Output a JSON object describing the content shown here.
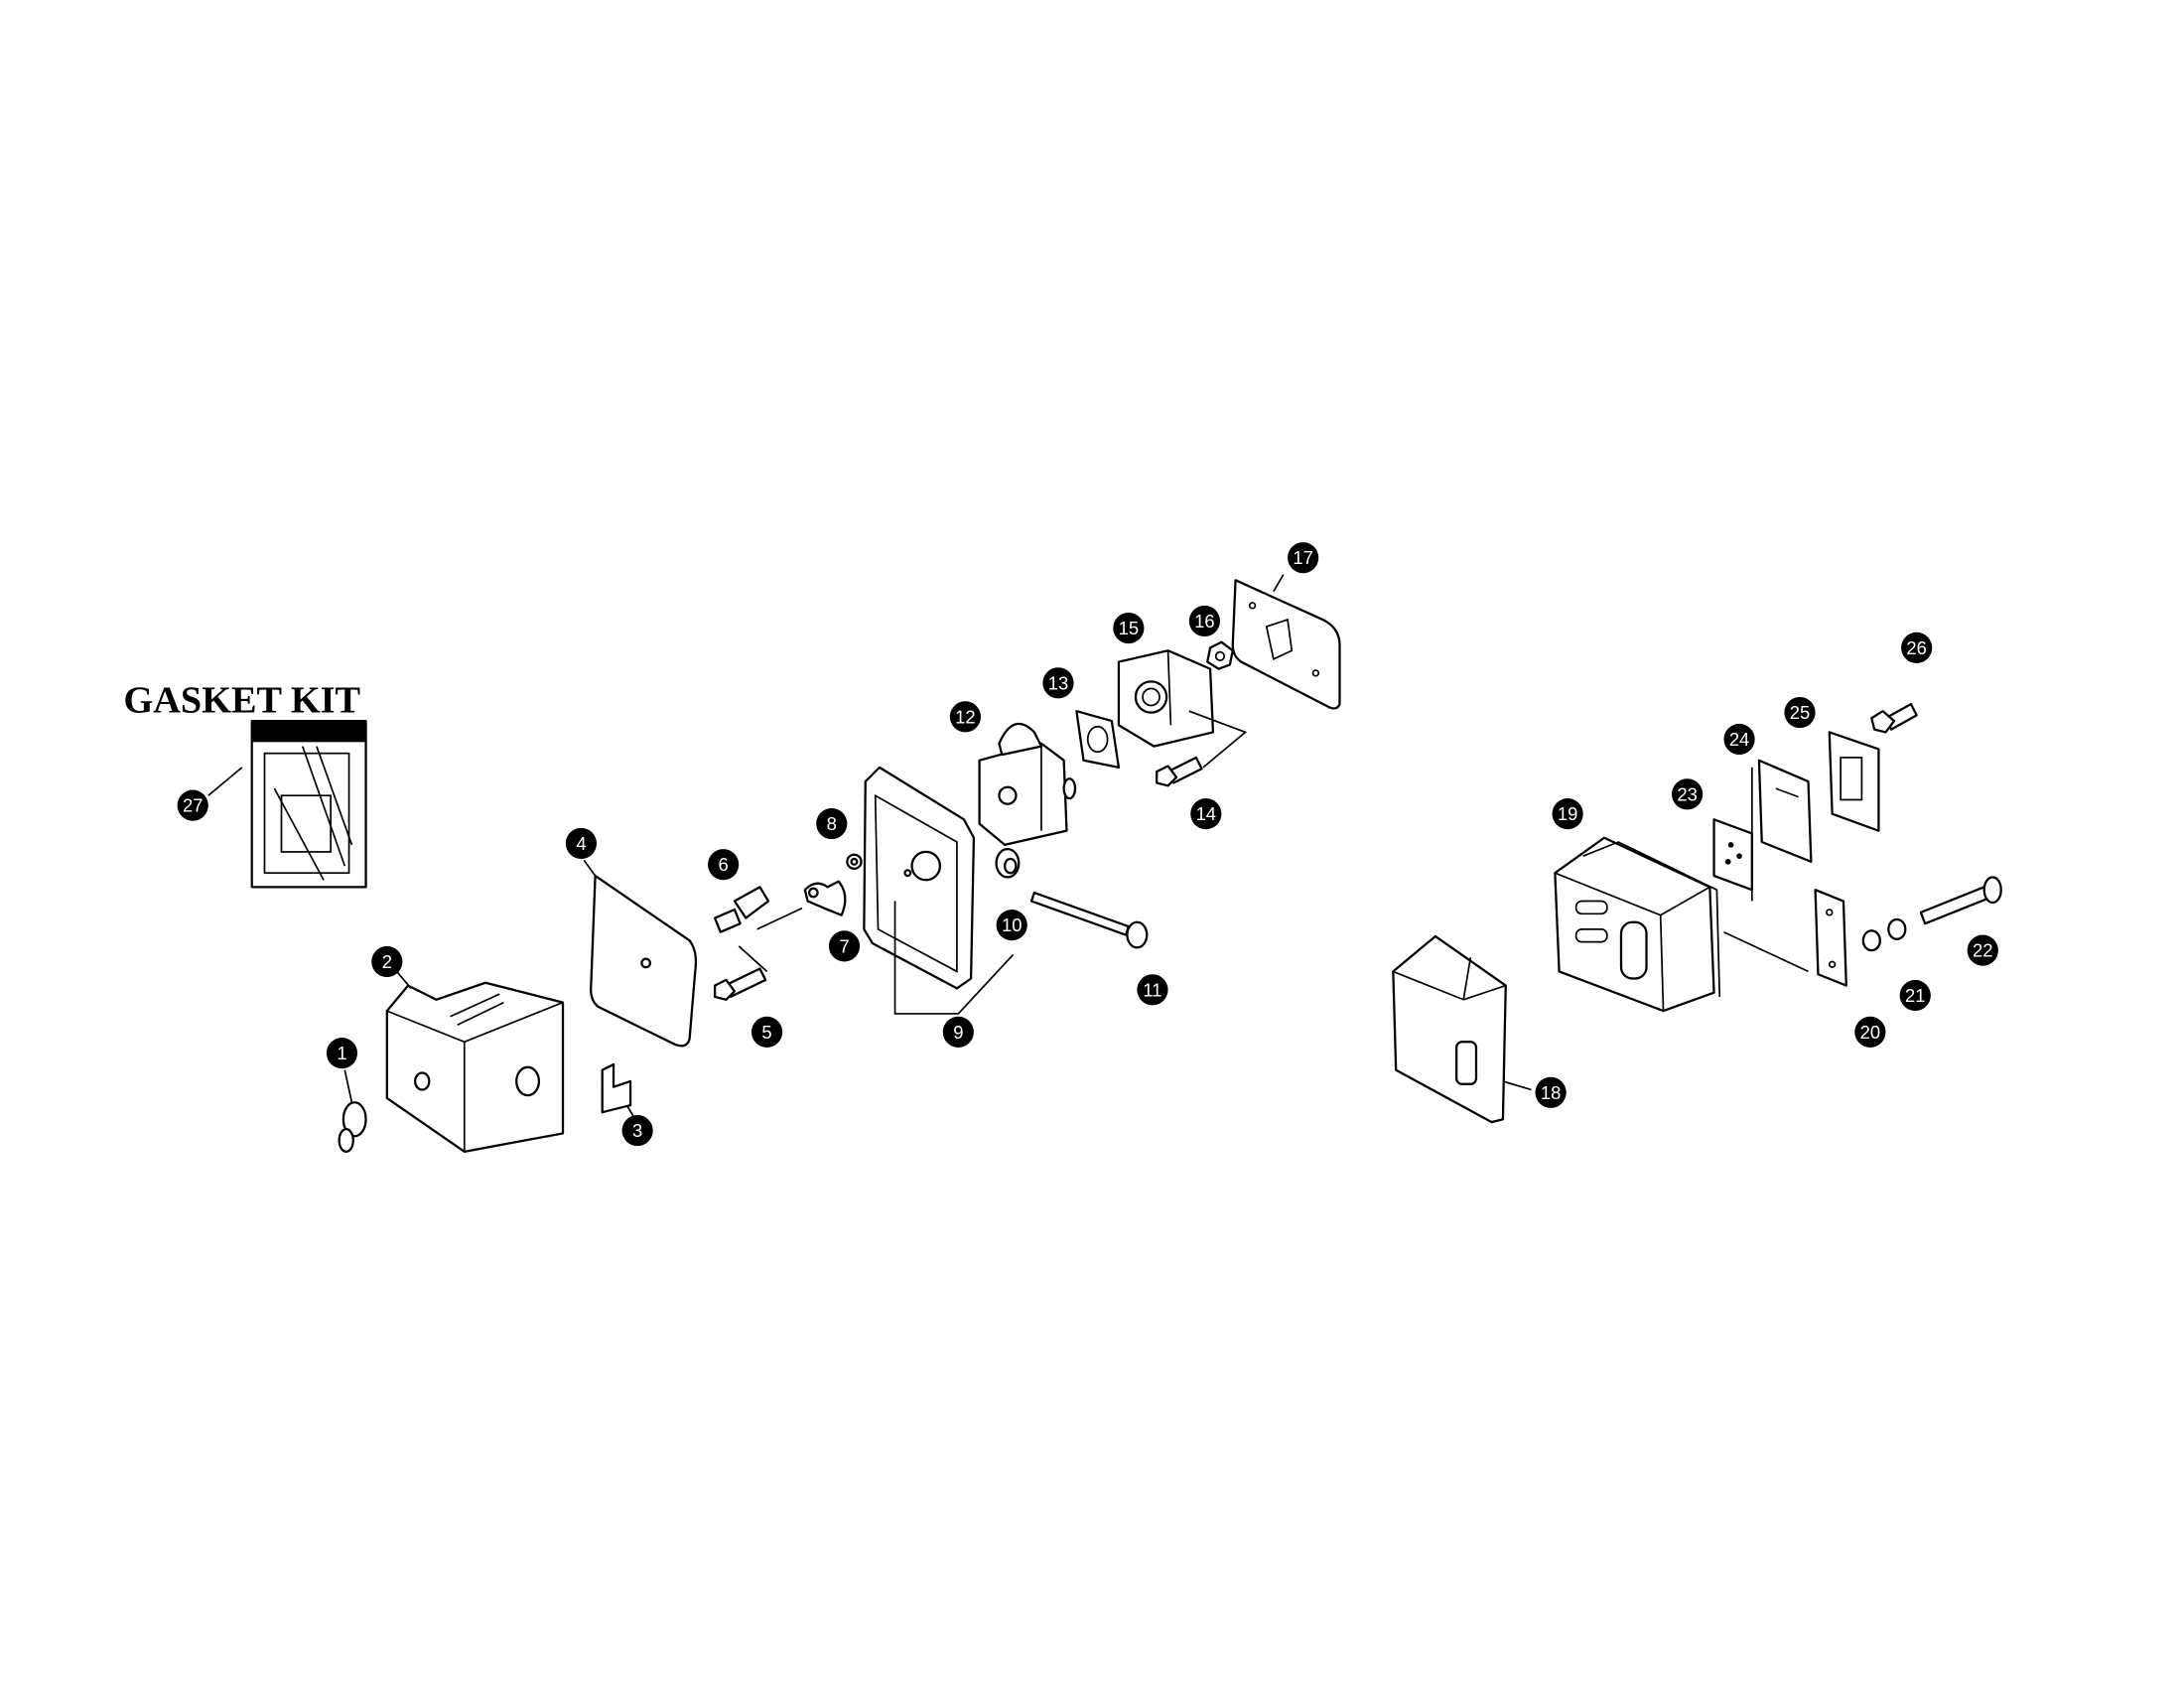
{
  "title": "GASKET KIT",
  "callouts": [
    "1",
    "2",
    "3",
    "4",
    "5",
    "6",
    "7",
    "8",
    "9",
    "10",
    "11",
    "12",
    "13",
    "14",
    "15",
    "16",
    "17",
    "18",
    "19",
    "20",
    "21",
    "22",
    "23",
    "24",
    "25",
    "26",
    "27"
  ]
}
